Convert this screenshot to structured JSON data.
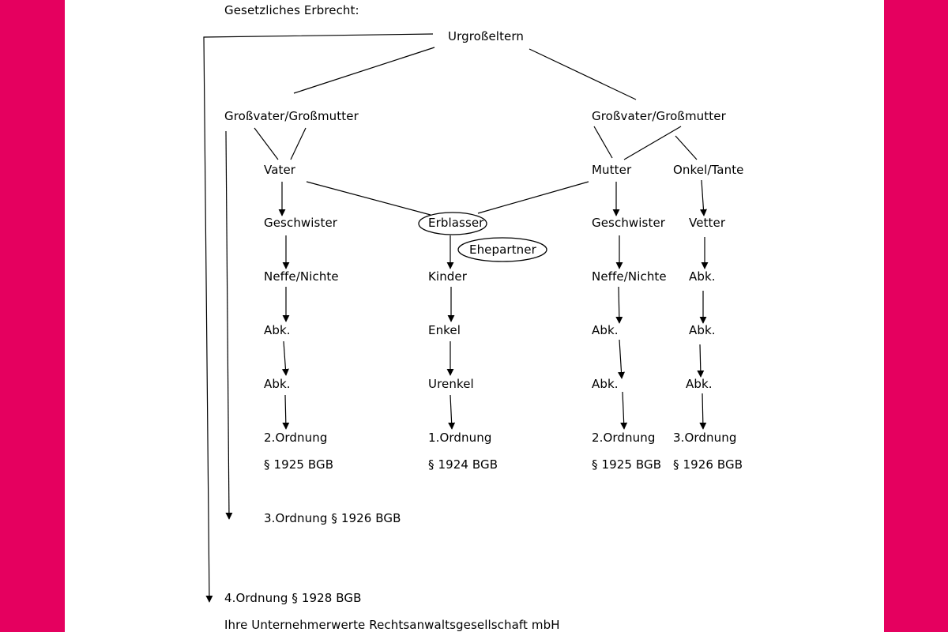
{
  "colors": {
    "frame": "#E5005F",
    "paper": "#FFFFFF",
    "ink": "#000000"
  },
  "heading": "Gesetzliches Erbrecht:",
  "footer": "Ihre Unternehmerwerte Rechtsanwaltsgesellschaft mbH",
  "nodes": {
    "urgrosseltern": "Urgroßeltern",
    "grosseltern_left": "Großvater/Großmutter",
    "grosseltern_right": "Großvater/Großmutter",
    "vater": "Vater",
    "mutter": "Mutter",
    "onkel_tante": "Onkel/Tante",
    "geschwister_left": "Geschwister",
    "erblasser": "Erblasser",
    "geschwister_right": "Geschwister",
    "vetter": "Vetter",
    "ehepartner": "Ehepartner",
    "neffe_left": "Neffe/Nichte",
    "kinder": "Kinder",
    "neffe_right": "Neffe/Nichte",
    "abk_c4_r1": "Abk.",
    "abk_c1_r1": "Abk.",
    "enkel": "Enkel",
    "abk_c3_r1": "Abk.",
    "abk_c4_r2": "Abk.",
    "abk_c1_r2": "Abk.",
    "urenkel": "Urenkel",
    "abk_c3_r2": "Abk.",
    "abk_c4_r3": "Abk."
  },
  "orders": {
    "c1_order": "2.Ordnung",
    "c2_order": "1.Ordnung",
    "c3_order": "2.Ordnung",
    "c4_order": "3.Ordnung",
    "c1_law": "§ 1925 BGB",
    "c2_law": "§ 1924 BGB",
    "c3_law": "§ 1925 BGB",
    "c4_law": "§ 1926 BGB",
    "third_order": "3.Ordnung § 1926 BGB",
    "fourth_order": "4.Ordnung § 1928 BGB"
  }
}
